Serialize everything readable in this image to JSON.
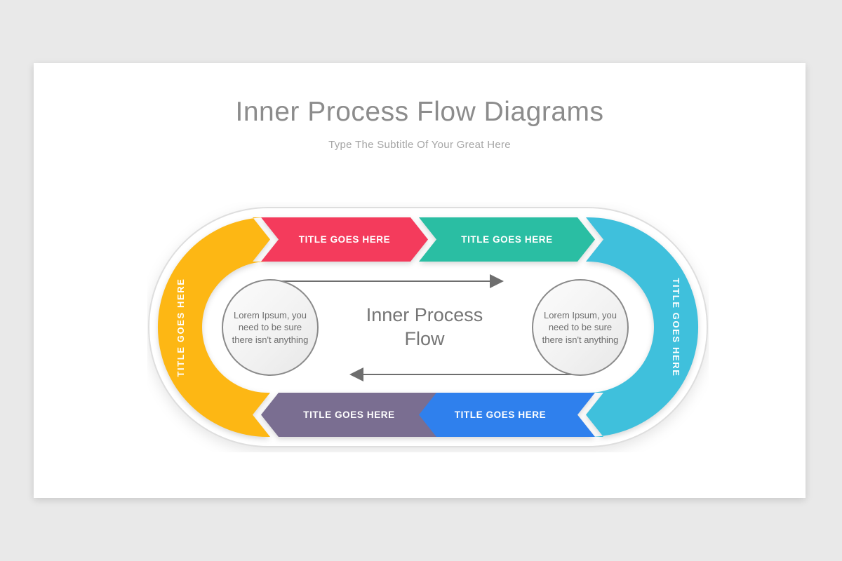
{
  "page": {
    "background": "#e9e9e9",
    "card_background": "#ffffff"
  },
  "header": {
    "title": "Inner Process Flow Diagrams",
    "subtitle": "Type The Subtitle Of Your Great Here"
  },
  "diagram": {
    "center_label": "Inner Process Flow",
    "segments": [
      {
        "id": "left-arc",
        "label": "TITLE GOES HERE",
        "color": "#FDB714",
        "shape": "arc-left"
      },
      {
        "id": "top-first",
        "label": "TITLE GOES HERE",
        "color": "#F43B5C",
        "shape": "arrow-right"
      },
      {
        "id": "top-second",
        "label": "TITLE GOES HERE",
        "color": "#2ABEA3",
        "shape": "arrow-right"
      },
      {
        "id": "right-arc",
        "label": "TITLE GOES HERE",
        "color": "#3FC0DC",
        "shape": "arc-right"
      },
      {
        "id": "bottom-second",
        "label": "TITLE GOES HERE",
        "color": "#2F80ED",
        "shape": "arrow-left"
      },
      {
        "id": "bottom-first",
        "label": "TITLE GOES HERE",
        "color": "#7A6E91",
        "shape": "arrow-left"
      }
    ],
    "callouts": [
      {
        "id": "left-circle",
        "text": "Lorem Ipsum, you need to be sure there isn't anything"
      },
      {
        "id": "right-circle",
        "text": "Lorem Ipsum, you need to be sure there isn't anything"
      }
    ],
    "arrows": {
      "top_direction": "right",
      "bottom_direction": "left",
      "color": "#6e6e6e"
    },
    "ring": {
      "fill": "#ffffff",
      "stroke": "#dedede"
    }
  }
}
